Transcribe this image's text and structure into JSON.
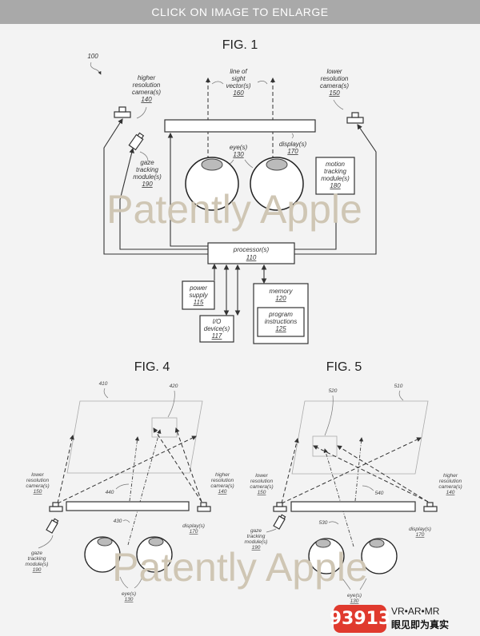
{
  "banner": {
    "text": "CLICK ON IMAGE TO ENLARGE"
  },
  "watermark": "Patently Apple",
  "fig1": {
    "title": "FIG. 1",
    "ref_system": "100",
    "higher_cam": [
      "higher",
      "resolution",
      "camera(s)",
      "140"
    ],
    "line_of_sight": [
      "line of",
      "sight",
      "vector(s)",
      "160"
    ],
    "lower_cam": [
      "lower",
      "resolution",
      "camera(s)",
      "150"
    ],
    "gaze": [
      "gaze",
      "tracking",
      "module(s)",
      "190"
    ],
    "eyes": [
      "eye(s)",
      "130"
    ],
    "display": [
      "display(s)",
      "170"
    ],
    "motion": [
      "motion",
      "tracking",
      "module(s)",
      "180"
    ],
    "processor": [
      "processor(s)",
      "110"
    ],
    "power": [
      "power",
      "supply",
      "115"
    ],
    "io": [
      "I/O",
      "device(s)",
      "117"
    ],
    "memory": [
      "memory",
      "120"
    ],
    "program": [
      "program",
      "instructions",
      "125"
    ]
  },
  "fig4": {
    "title": "FIG. 4",
    "ref_410": "410",
    "ref_420": "420",
    "ref_440": "440",
    "ref_430": "430",
    "lower_cam": [
      "lower",
      "resolution",
      "camera(s)",
      "150"
    ],
    "higher_cam": [
      "higher",
      "resolution",
      "camera(s)",
      "140"
    ],
    "display": [
      "display(s)",
      "170"
    ],
    "gaze": [
      "gaze",
      "tracking",
      "module(s)",
      "190"
    ],
    "eyes": [
      "eye(s)",
      "130"
    ]
  },
  "fig5": {
    "title": "FIG. 5",
    "ref_510": "510",
    "ref_520": "520",
    "ref_540": "540",
    "ref_530": "530",
    "lower_cam": [
      "lower",
      "resolution",
      "camera(s)",
      "150"
    ],
    "higher_cam": [
      "higher",
      "resolution",
      "camera(s)",
      "140"
    ],
    "display": [
      "display(s)",
      "170"
    ],
    "gaze": [
      "gaze",
      "tracking",
      "module(s)",
      "190"
    ],
    "eyes": [
      "eye(s)",
      "130"
    ]
  },
  "logo": {
    "number": "93913",
    "tag": "VR•AR•MR",
    "slogan": "眼见即为真实"
  }
}
